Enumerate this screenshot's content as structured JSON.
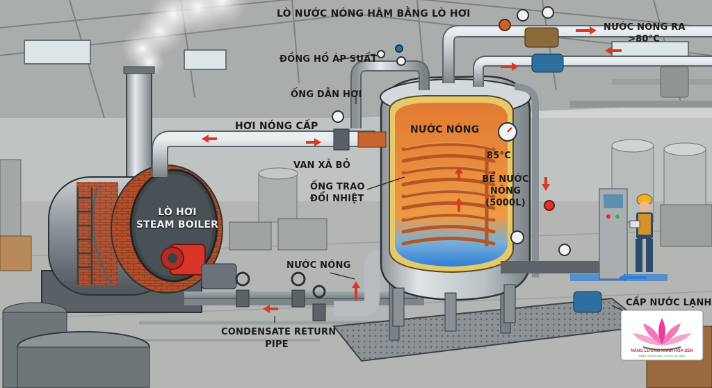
{
  "diagram": {
    "title": "LÒ NƯỚC NÓNG HÂM BẰNG LÒ HƠI",
    "labels": {
      "pressure_gauge": "ĐỒNG HỒ ÁP SUẤT",
      "steam_pipe": "ỐNG DẪN HƠI",
      "steam_supply": "HƠI NÓNG CẤP",
      "drain_valve": "VAN XẢ BỎ",
      "heat_exchanger_line1": "ỐNG TRAO",
      "heat_exchanger_line2": "ĐỔI NHIỆT",
      "hot_water_inside": "NƯỚC NÓNG",
      "temperature": "85°C",
      "tank_line1": "BỂ NƯỚC",
      "tank_line2": "NÓNG",
      "tank_line3": "(5000L)",
      "boiler_line1": "LÒ HƠI",
      "boiler_line2": "STEAM BOILER",
      "hot_water_pipe": "NƯỚC NÓNG",
      "hot_water_out_line1": "NƯỚC NÓNG RA",
      "hot_water_out_line2": ">80°C",
      "cold_water_supply": "CẤP NƯỚC LẠNH",
      "condensate_line1": "CONDENSATE RETURN",
      "condensate_line2": "PIPE"
    },
    "colors": {
      "steel": "#aeb4b8",
      "copper": "#c8642e",
      "hot_water": "#e8963a",
      "cold_water": "#2f7fd6",
      "brick": "#b5502c",
      "burner": "#d8342a",
      "arrow": "#d63a24"
    },
    "logo": {
      "name": "NĂNG LƯỢNG XANH HOA SEN",
      "tagline": "NĂNG LƯỢNG SẠCH TƯƠNG LAI XANH",
      "icon": "lotus-icon"
    }
  }
}
